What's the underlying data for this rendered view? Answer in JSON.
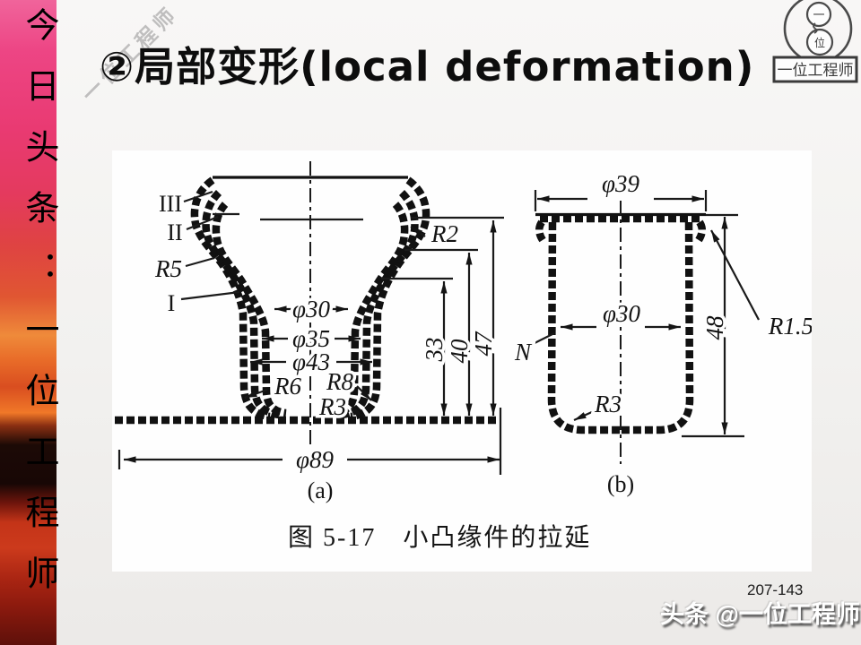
{
  "sidebar": {
    "vertical_text": "今日头条：一位工程师"
  },
  "watermark": "一位工程师",
  "header": {
    "title": "②局部变形(local deformation)"
  },
  "logo": {
    "top_char": "一",
    "bottom_char": "位",
    "name": "一位工程师"
  },
  "figure": {
    "caption": "图 5-17　小凸缘件的拉延",
    "fig_a": {
      "stage_iii": "III",
      "stage_ii": "II",
      "stage_i": "I",
      "r5": "R5",
      "r2": "R2",
      "phi30": "φ30",
      "phi35": "φ35",
      "phi43": "φ43",
      "phi89": "φ89",
      "r6": "R6",
      "r8": "R8",
      "r3": "R3",
      "h33": "33",
      "h40": "40",
      "h47": "47",
      "sub": "(a)"
    },
    "fig_b": {
      "phi39": "φ39",
      "phi30": "φ30",
      "r1_5": "R1.5",
      "r3": "R3",
      "h48": "48",
      "n": "N",
      "sub": "(b)"
    }
  },
  "footer": {
    "page": "207-143",
    "credit": "头条 @一位工程师"
  }
}
